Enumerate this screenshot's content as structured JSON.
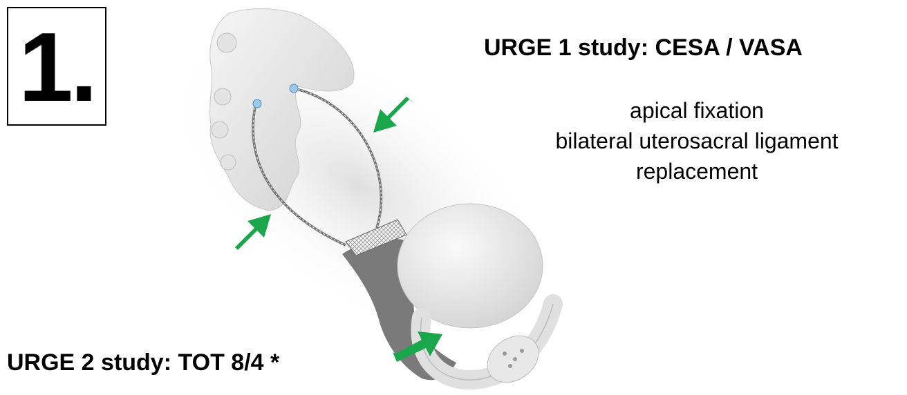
{
  "step": {
    "number": "1."
  },
  "study1": {
    "title": "URGE 1 study:  CESA / VASA",
    "description_lines": [
      "apical fixation",
      "bilateral uterosacral ligament",
      "replacement"
    ]
  },
  "study2": {
    "title": "URGE 2 study:  TOT 8/4 *"
  },
  "colors": {
    "arrow": "#1aa64a",
    "anatomy": "#ececec",
    "anatomy_shade": "#bdbdbd",
    "dark_tube": "#6f6f6f"
  },
  "icons": [
    "green-arrow-icon"
  ]
}
